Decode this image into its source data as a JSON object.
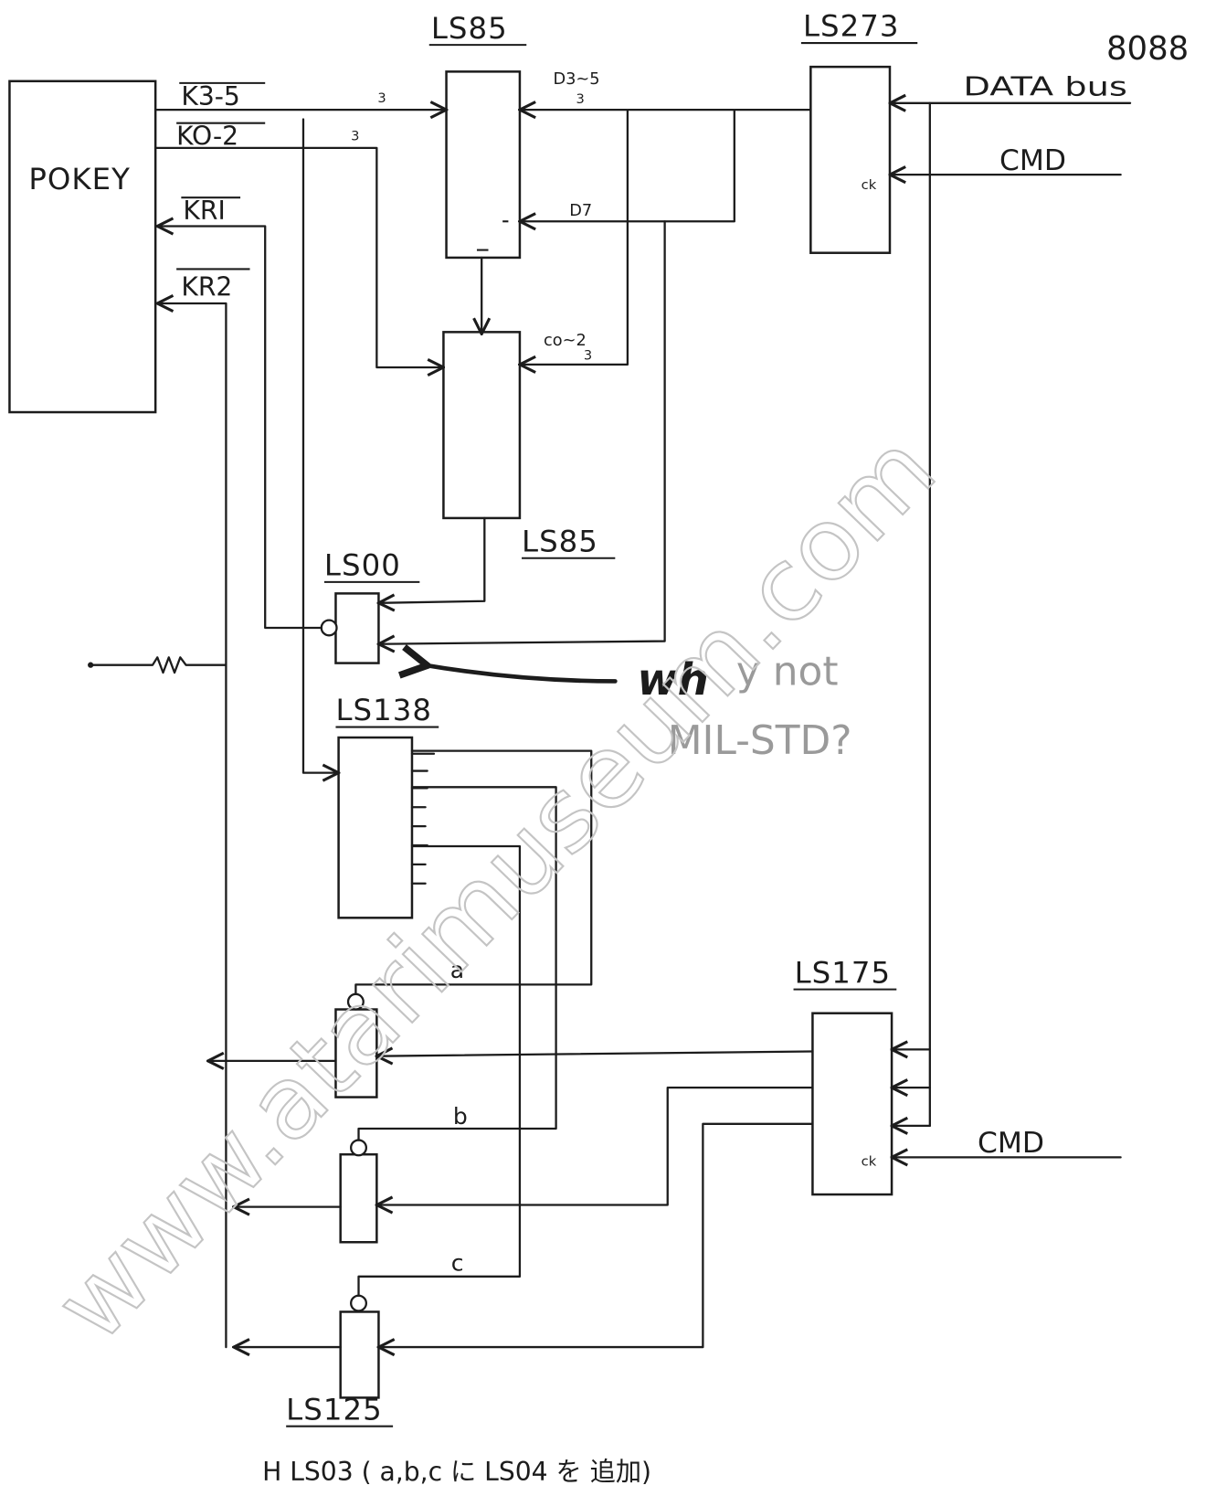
{
  "chips": {
    "ls85_top": "LS85",
    "ls273": "LS273",
    "ls85_bottom": "LS85",
    "ls00": "LS00",
    "ls138": "LS138",
    "ls175": "LS175",
    "ls125": "LS125",
    "pokey": "POKEY"
  },
  "labels": {
    "cpu": "8088",
    "data_bus": "DATA bus",
    "cmd_top": "CMD",
    "cmd_bottom": "CMD",
    "k3_5": "K3-5",
    "k0_2": "KO-2",
    "kr1": "KRI",
    "kr2": "KR2",
    "d3_5": "D3~5",
    "d7": "D7",
    "c0_2": "co~2",
    "ck_ls273": "ck",
    "ck_ls175": "ck",
    "k3_5_width": "3",
    "k0_2_width": "3",
    "d3_5_width": "3",
    "c0_2_width": "3",
    "line_a": "a",
    "line_b": "b",
    "line_c": "c"
  },
  "annotation": {
    "dark": "wh",
    "faint": "y not",
    "line2": "MIL-STD?"
  },
  "footnote": "H  LS03 ( a,b,c に LS04 を 追加)",
  "watermark": "www.atarimuseum.com",
  "colors": {
    "ink": "#1c1c1c",
    "pencil": "#9a9a9a",
    "watermark": "#c4c4c4",
    "paper": "#ffffff"
  }
}
